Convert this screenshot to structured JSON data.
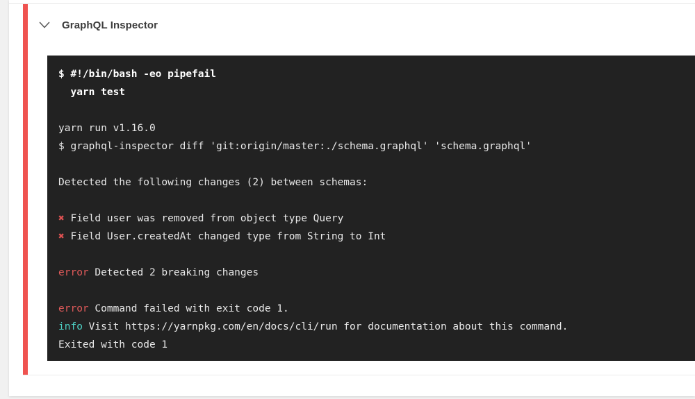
{
  "step": {
    "toggle_icon": "chevron-down-icon",
    "title": "GraphQL Inspector",
    "status_color": "#ef5350"
  },
  "console": {
    "background": "#222222",
    "text_color": "#e8e8e8",
    "error_color": "#e05a5a",
    "info_color": "#4dd0c4",
    "cross_color": "#e05252",
    "cross_glyph": "✖",
    "lines": [
      {
        "type": "command",
        "text": "$ #!/bin/bash -eo pipefail"
      },
      {
        "type": "command",
        "text": "  yarn test"
      },
      {
        "type": "blank",
        "text": ""
      },
      {
        "type": "plain",
        "text": "yarn run v1.16.0"
      },
      {
        "type": "plain",
        "text": "$ graphql-inspector diff 'git:origin/master:./schema.graphql' 'schema.graphql'"
      },
      {
        "type": "blank",
        "text": ""
      },
      {
        "type": "plain",
        "text": "Detected the following changes (2) between schemas:"
      },
      {
        "type": "blank",
        "text": ""
      },
      {
        "type": "cross",
        "marker": "✖",
        "text": " Field user was removed from object type Query"
      },
      {
        "type": "cross",
        "marker": "✖",
        "text": " Field User.createdAt changed type from String to Int"
      },
      {
        "type": "blank",
        "text": ""
      },
      {
        "type": "error",
        "marker": "error",
        "text": " Detected 2 breaking changes"
      },
      {
        "type": "blank",
        "text": ""
      },
      {
        "type": "error",
        "marker": "error",
        "text": " Command failed with exit code 1."
      },
      {
        "type": "info",
        "marker": "info",
        "text": " Visit https://yarnpkg.com/en/docs/cli/run for documentation about this command."
      },
      {
        "type": "plain",
        "text": "Exited with code 1"
      }
    ]
  }
}
